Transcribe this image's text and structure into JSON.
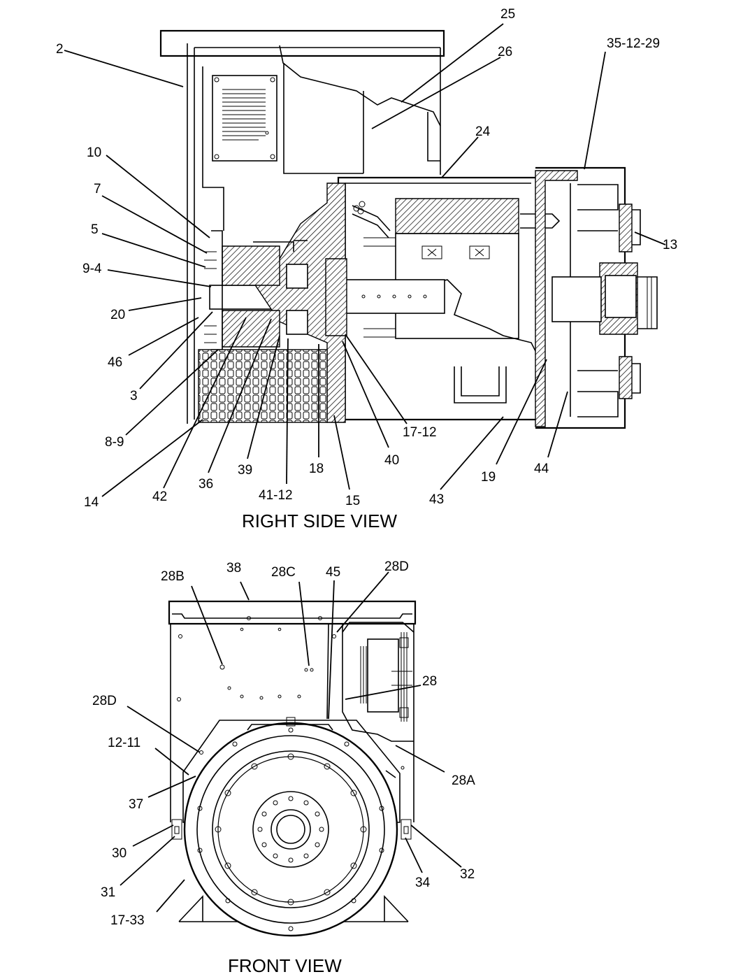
{
  "views": {
    "side_title": "RIGHT SIDE VIEW",
    "front_title": "FRONT VIEW"
  },
  "side_callouts": [
    "25",
    "26",
    "2",
    "35-12-29",
    "24",
    "10",
    "7",
    "5",
    "9-4",
    "20",
    "46",
    "3",
    "8-9",
    "14",
    "42",
    "36",
    "39",
    "41-12",
    "18",
    "15",
    "40",
    "17-12",
    "43",
    "19",
    "44",
    "13"
  ],
  "front_callouts": [
    "38",
    "28B",
    "28C",
    "45",
    "28D",
    "28",
    "28D",
    "12-11",
    "28A",
    "37",
    "30",
    "31",
    "17-33",
    "34",
    "32"
  ]
}
